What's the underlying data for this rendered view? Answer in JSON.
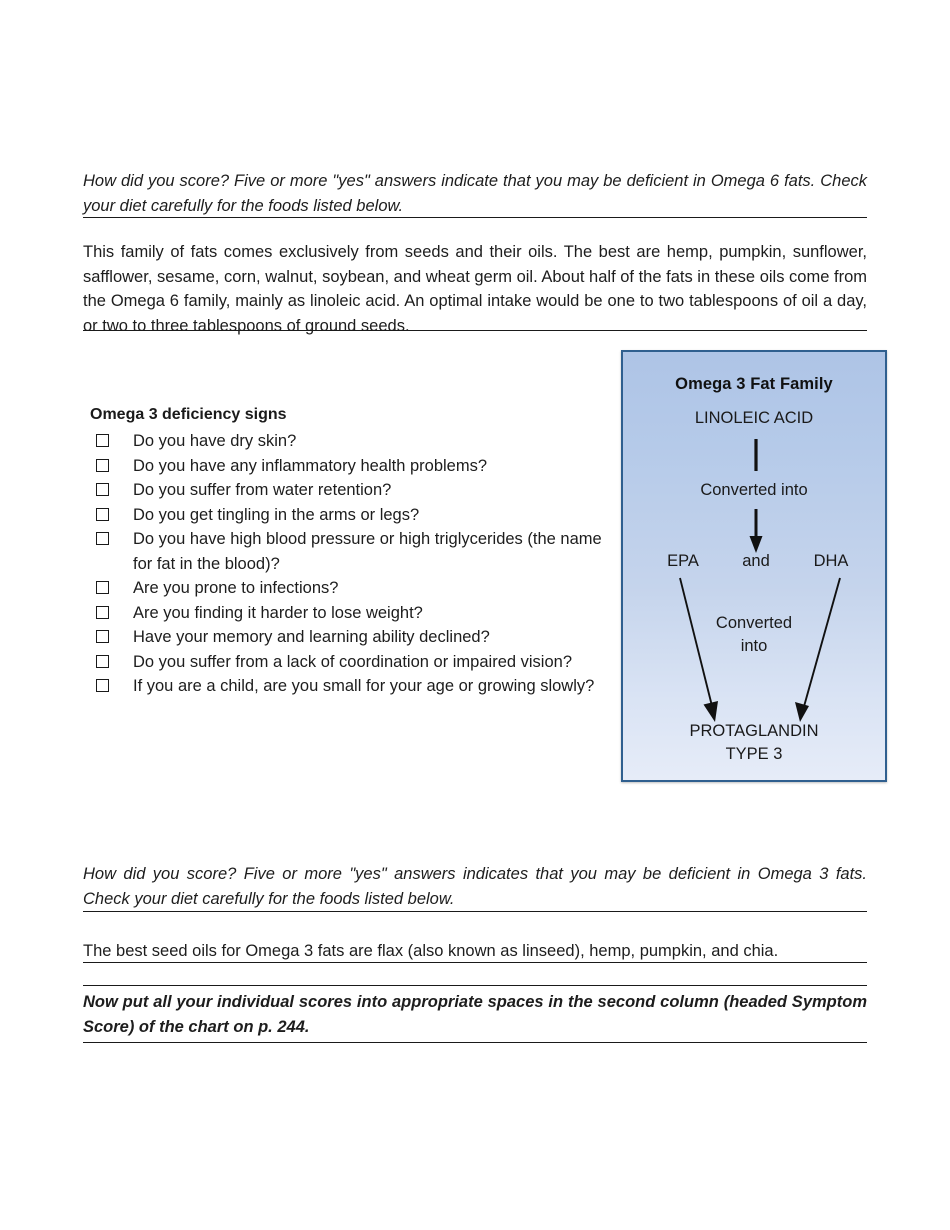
{
  "document": {
    "sections": {
      "omega6_score_note": "How did you score?  Five or more \"yes\" answers indicate that you may be deficient in Omega 6 fats. Check your diet carefully for the foods listed below.",
      "omega6_food_info": "This family of fats comes exclusively from seeds and their oils.  The best are hemp, pumpkin, sunflower, safflower, sesame, corn, walnut, soybean, and wheat germ oil.  About half of the fats in these oils come from the Omega 6 family, mainly as linoleic acid. An optimal intake would be one to two tablespoons of oil a day, or two to three tablespoons of ground seeds.",
      "omega3_score_note": "How did you score? Five or more \"yes\" answers indicates that you may be deficient in Omega 3 fats. Check your diet carefully for the foods listed below.",
      "omega3_food_info": "The best seed oils for Omega 3 fats are flax (also known as linseed), hemp, pumpkin, and chia.",
      "final_instruction": "Now put all your individual scores into appropriate spaces in the second column (headed Symptom Score) of the chart on p. 244."
    },
    "checklist": {
      "title": "Omega 3 deficiency signs",
      "items": [
        "Do you have dry skin?",
        "Do you have any inflammatory health problems?",
        "Do you suffer from water retention?",
        "Do you get tingling in the arms or legs?",
        "Do you have high blood pressure or high triglycerides (the name for fat in the blood)?",
        "Are you prone to infections?",
        "Are you finding it harder to lose weight?",
        "Have your memory and learning ability declined?",
        "Do you suffer from a lack of coordination or impaired vision?",
        "If you are a child, are you small for your age or growing slowly?"
      ]
    },
    "diagram": {
      "title": "Omega  3 Fat Family",
      "source": "LINOLEIC ACID",
      "step1_label": "Converted into",
      "products": [
        "EPA",
        "and",
        "DHA"
      ],
      "step2_label_line1": "Converted",
      "step2_label_line2": "into",
      "result_line1": "PROTAGLANDIN",
      "result_line2": "TYPE 3",
      "colors": {
        "border": "#2f5f8f",
        "fill_top": "#aec4e6",
        "fill_bottom": "#e6ecf8"
      }
    }
  }
}
